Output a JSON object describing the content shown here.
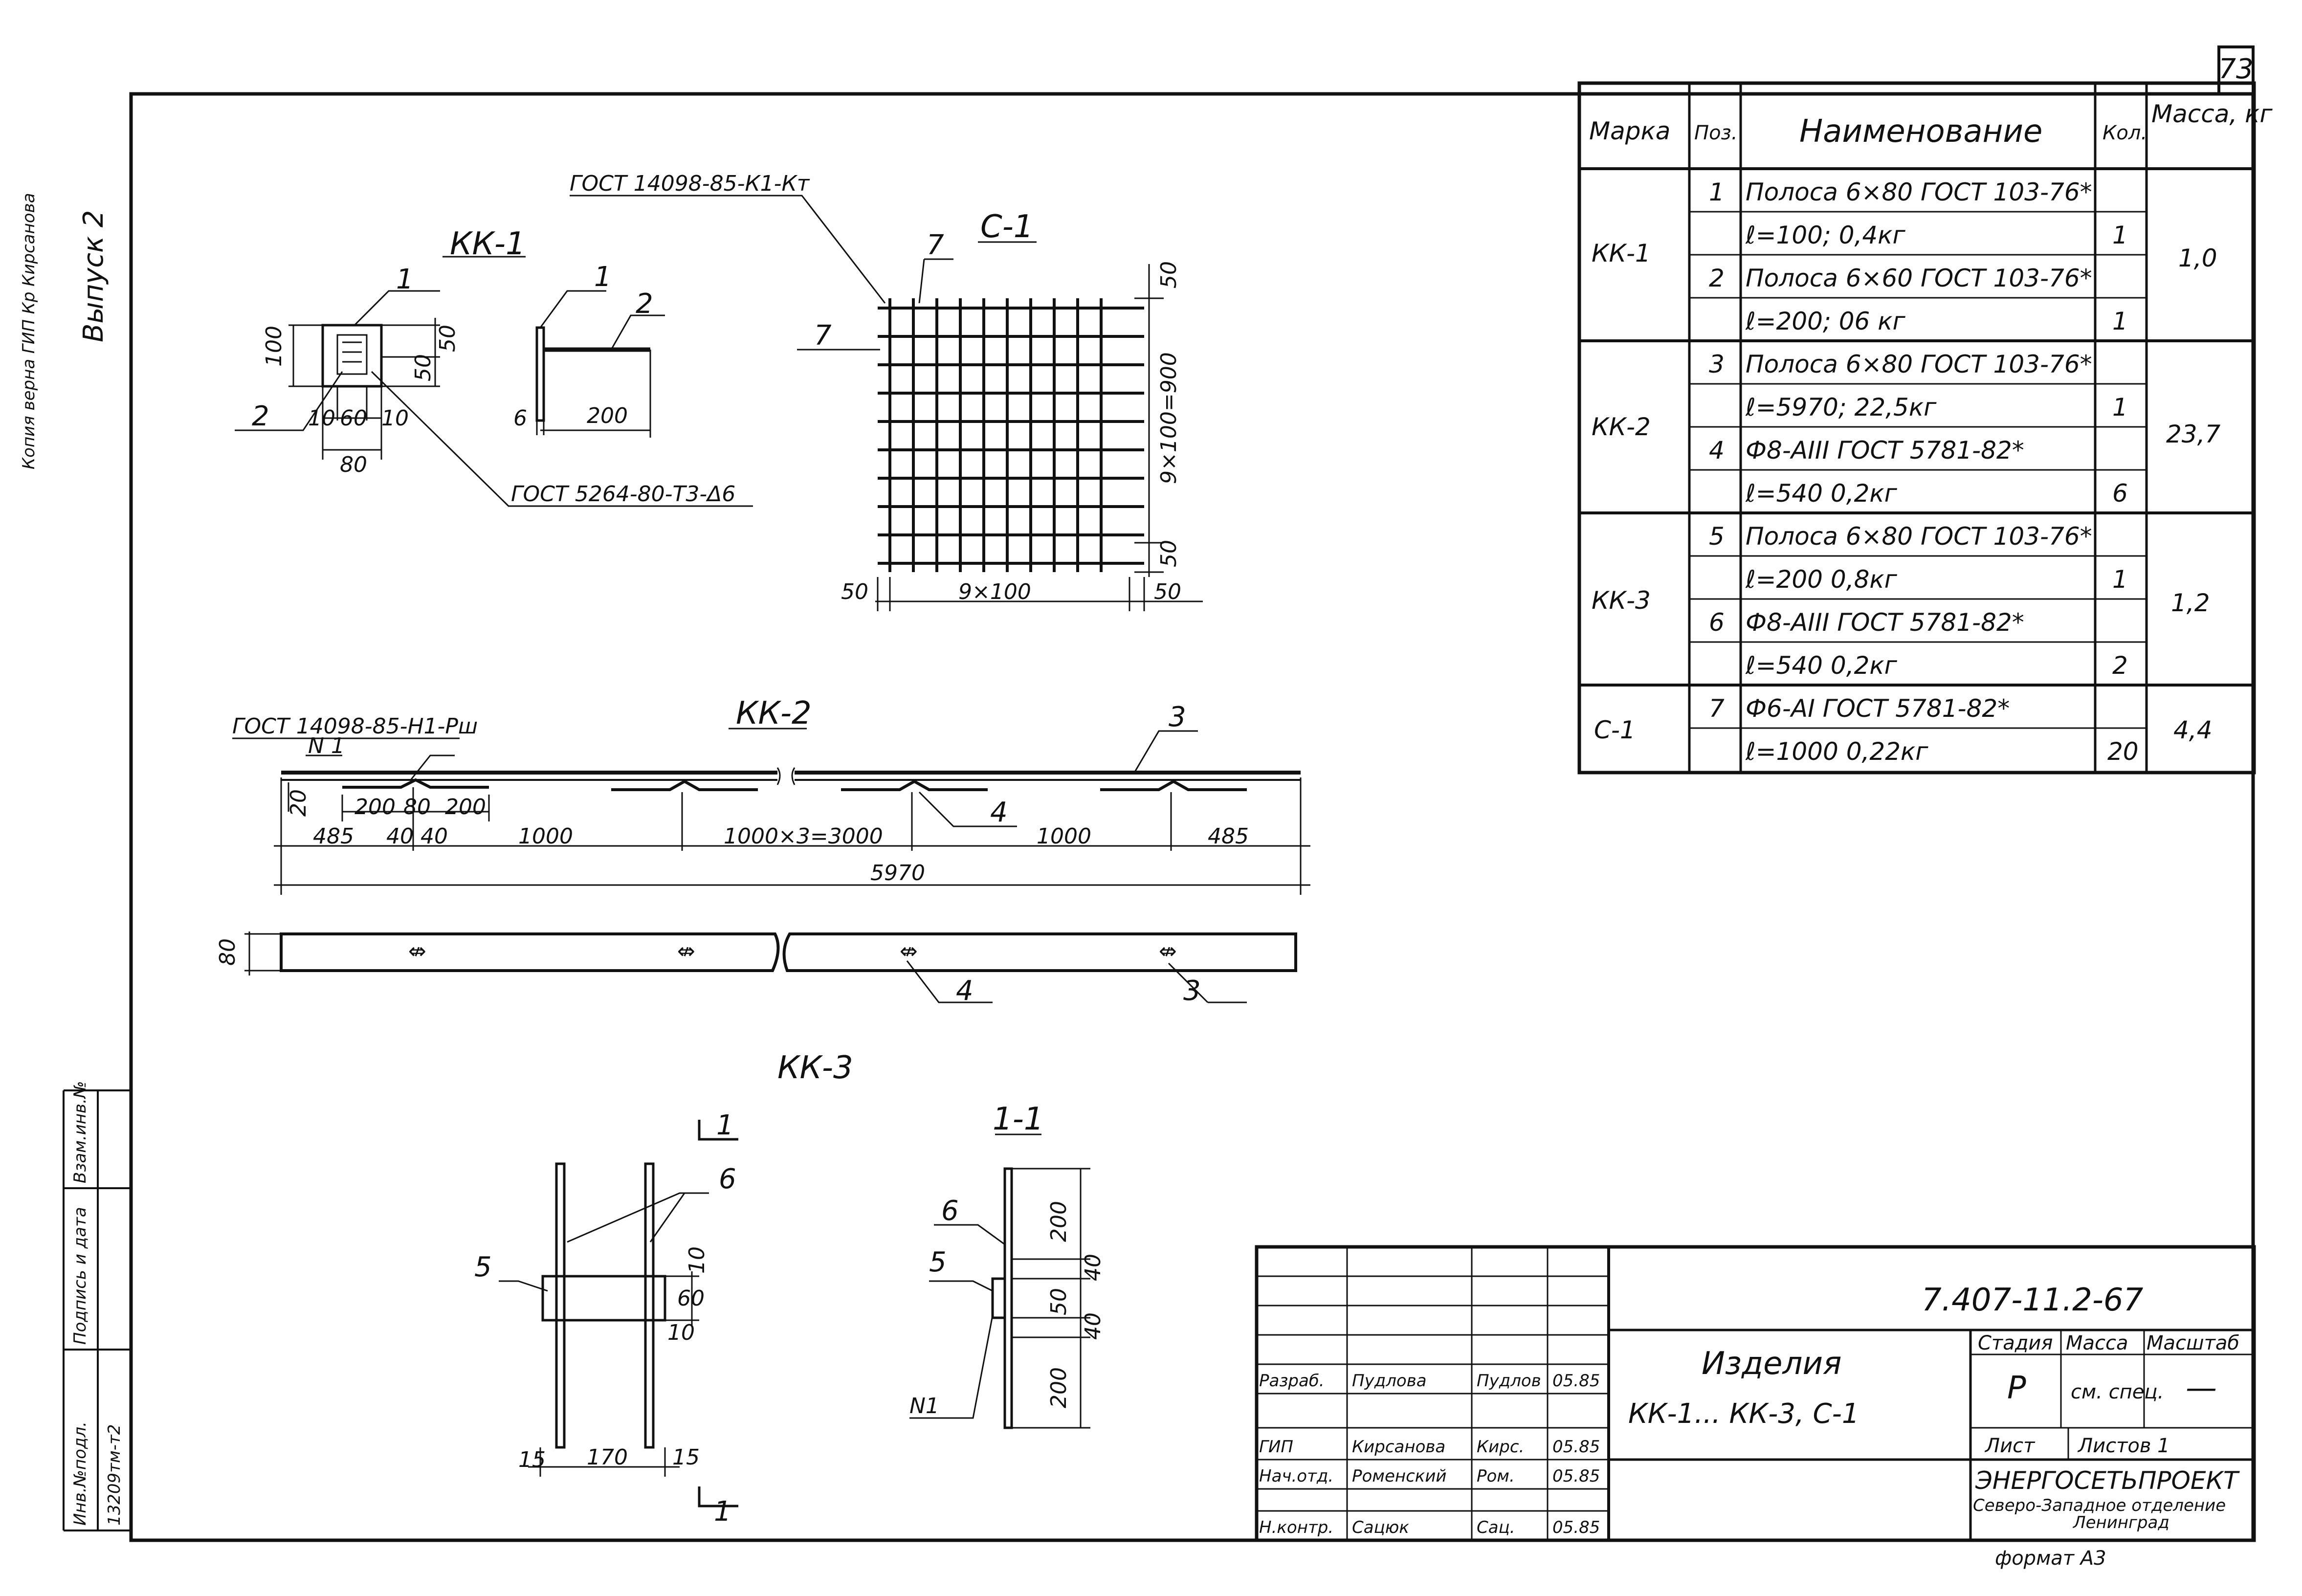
{
  "sheet": {
    "page_number": "73",
    "format": "формат А3"
  },
  "margin_notes": {
    "top": "Копия верна ГИП Кр Кирсанова",
    "issue": "Выпуск 2",
    "inv_no_label": "Инв.№подл.",
    "inv_no_value": "13209тм-т2",
    "sign_date_label": "Подпись и дата",
    "replace_inv_label": "Взам.инв.№"
  },
  "spec_table": {
    "headers": {
      "mark": "Марка",
      "pos": "Поз.",
      "name": "Наименование",
      "qty": "Кол.",
      "mass": "Масса, кг"
    },
    "groups": [
      {
        "mark": "КК-1",
        "mass": "1,0",
        "rows": [
          {
            "pos": "1",
            "name": "Полоса 6×80 ГОСТ 103-76*",
            "qty": ""
          },
          {
            "pos": "",
            "name": "ℓ=100;  0,4кг",
            "qty": "1"
          },
          {
            "pos": "2",
            "name": "Полоса 6×60 ГОСТ 103-76*",
            "qty": ""
          },
          {
            "pos": "",
            "name": "ℓ=200;  06 кг",
            "qty": "1"
          }
        ]
      },
      {
        "mark": "КК-2",
        "mass": "23,7",
        "rows": [
          {
            "pos": "3",
            "name": "Полоса 6×80 ГОСТ 103-76*",
            "qty": ""
          },
          {
            "pos": "",
            "name": "ℓ=5970;   22,5кг",
            "qty": "1"
          },
          {
            "pos": "4",
            "name": "Ф8-АIII ГОСТ 5781-82*",
            "qty": ""
          },
          {
            "pos": "",
            "name": "ℓ=540     0,2кг",
            "qty": "6"
          }
        ]
      },
      {
        "mark": "КК-3",
        "mass": "1,2",
        "rows": [
          {
            "pos": "5",
            "name": "Полоса 6×80 ГОСТ 103-76*",
            "qty": ""
          },
          {
            "pos": "",
            "name": "ℓ=200          0,8кг",
            "qty": "1"
          },
          {
            "pos": "6",
            "name": "Ф8-АIII ГОСТ 5781-82*",
            "qty": ""
          },
          {
            "pos": "",
            "name": "ℓ=540          0,2кг",
            "qty": "2"
          }
        ]
      },
      {
        "mark": "С-1",
        "mass": "4,4",
        "rows": [
          {
            "pos": "7",
            "name": "Ф6-АI ГОСТ 5781-82*",
            "qty": ""
          },
          {
            "pos": "",
            "name": "ℓ=1000         0,22кг",
            "qty": "20"
          }
        ]
      }
    ]
  },
  "views": {
    "kk1": {
      "title": "КК-1",
      "leaders": [
        "1",
        "2",
        "1",
        "2"
      ],
      "gost_weld": "ГОСТ 5264-80-Т3-Δ6",
      "dims": [
        "100",
        "50",
        "50",
        "10",
        "60",
        "10",
        "80",
        "6",
        "200"
      ]
    },
    "c1": {
      "title": "С-1",
      "gost": "ГОСТ 14098-85-К1-Кт",
      "leaders": [
        "7",
        "7"
      ],
      "dims": [
        "50",
        "9×100=900",
        "50",
        "50",
        "9×100",
        "50"
      ]
    },
    "kk2": {
      "title": "КК-2",
      "gost": "ГОСТ 14098-85-Н1-Рш",
      "node": "N 1",
      "leaders": [
        "3",
        "4",
        "4",
        "3"
      ],
      "dims": [
        "20",
        "200",
        "80",
        "200",
        "485",
        "40",
        "40",
        "1000",
        "1000×3=3000",
        "1000",
        "485",
        "5970",
        "80"
      ]
    },
    "kk3": {
      "title": "КК-3",
      "section_mark": "1",
      "leaders": [
        "6",
        "5"
      ],
      "dims": [
        "10",
        "60",
        "10",
        "15",
        "170",
        "15"
      ]
    },
    "sec11": {
      "title": "1-1",
      "leaders": [
        "6",
        "5",
        "N1"
      ],
      "dims": [
        "200",
        "40",
        "50",
        "40",
        "200"
      ]
    }
  },
  "title_block": {
    "doc_number": "7.407-11.2-67",
    "product_title": "Изделия",
    "product_subtitle": "КК-1... КК-3, С-1",
    "col_stage": "Стадия",
    "col_mass": "Масса",
    "col_scale": "Масштаб",
    "stage": "Р",
    "mass": "см. спец.",
    "scale": "—",
    "sheet_label": "Лист",
    "sheets_label": "Листов 1",
    "org_name": "ЭНЕРГОСЕТЬПРОЕКТ",
    "org_line2": "Северо-Западное отделение",
    "org_line3": "Ленинград",
    "signers": [
      {
        "role": "Разраб.",
        "name": "Пудлова",
        "sign": "Пудлов",
        "date": "05.85"
      },
      {
        "role": "ГИП",
        "name": "Кирсанова",
        "sign": "Кирс.",
        "date": "05.85"
      },
      {
        "role": "Нач.отд.",
        "name": "Роменский",
        "sign": "Ром.",
        "date": "05.85"
      },
      {
        "role": "Н.контр.",
        "name": "Сацюк",
        "sign": "Сац.",
        "date": "05.85"
      }
    ]
  }
}
